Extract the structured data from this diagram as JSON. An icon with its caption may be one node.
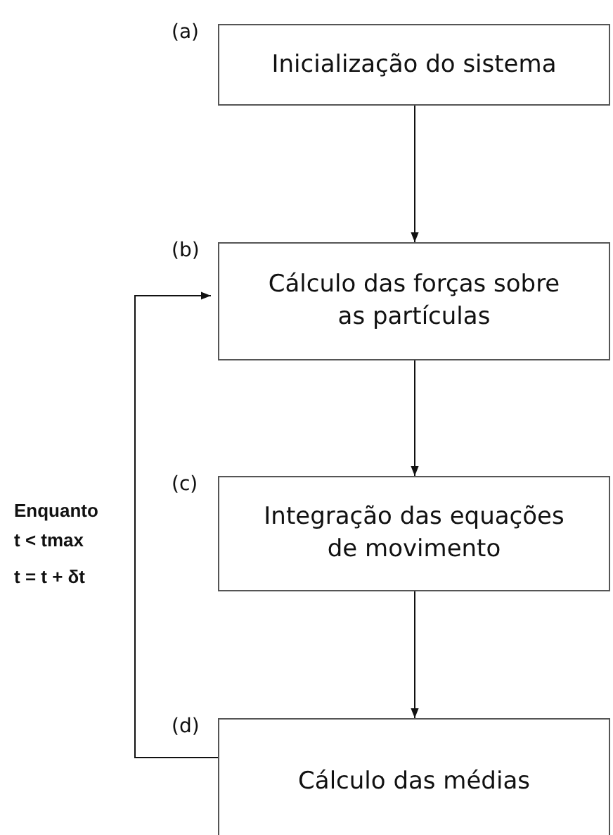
{
  "diagram": {
    "nodes": [
      {
        "text": [
          "Inicialização do sistema"
        ],
        "beside": [
          "(a)"
        ]
      },
      {
        "text": [
          "Cálculo das forças sobre as partículas"
        ],
        "beside": [
          "(b)"
        ]
      },
      {
        "text": [
          "Integração das equações de movimento"
        ],
        "beside": [
          "(c)"
        ]
      },
      {
        "text": [
          "Cálculo das médias"
        ],
        "beside": [
          "(d)"
        ]
      }
    ],
    "edges": [
      {
        "from": 0,
        "to": 1,
        "arrow": "to"
      },
      {
        "from": 1,
        "to": 2,
        "arrow": "to"
      },
      {
        "from": 2,
        "to": 3,
        "arrow": "to"
      },
      {
        "from": 3,
        "to": 1,
        "arrow": "to"
      }
    ],
    "labels": [
      "Enquanto t < tmax",
      "t = t + δt"
    ]
  }
}
